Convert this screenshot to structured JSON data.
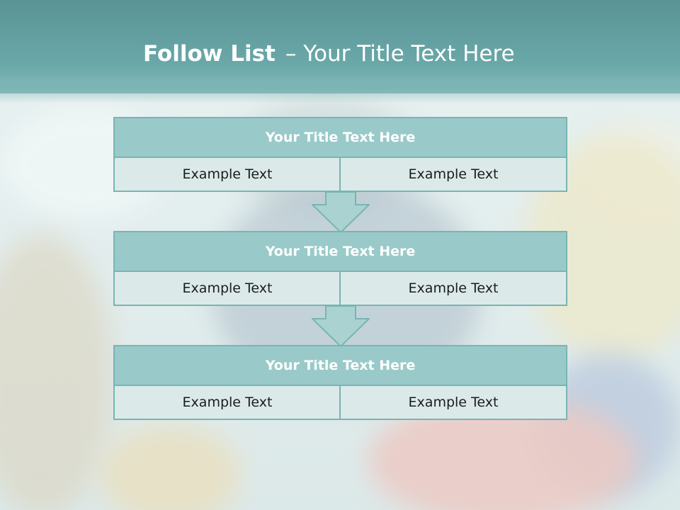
{
  "slide": {
    "title_bold": "Follow List",
    "title_rest": "– Your Title Text Here"
  },
  "steps": [
    {
      "title": "Your Title Text Here",
      "left": "Example Text",
      "right": "Example Text"
    },
    {
      "title": "Your Title Text Here",
      "left": "Example Text",
      "right": "Example Text"
    },
    {
      "title": "Your Title Text Here",
      "left": "Example Text",
      "right": "Example Text"
    }
  ],
  "colors": {
    "header": "#6aa8a9",
    "box_title_fill": "#99cac9",
    "box_cell_fill": "#dbeae9",
    "border": "#78b5b4",
    "arrow_fill": "#a9d2d1"
  },
  "icons": {
    "connector": "down-arrow-icon"
  }
}
